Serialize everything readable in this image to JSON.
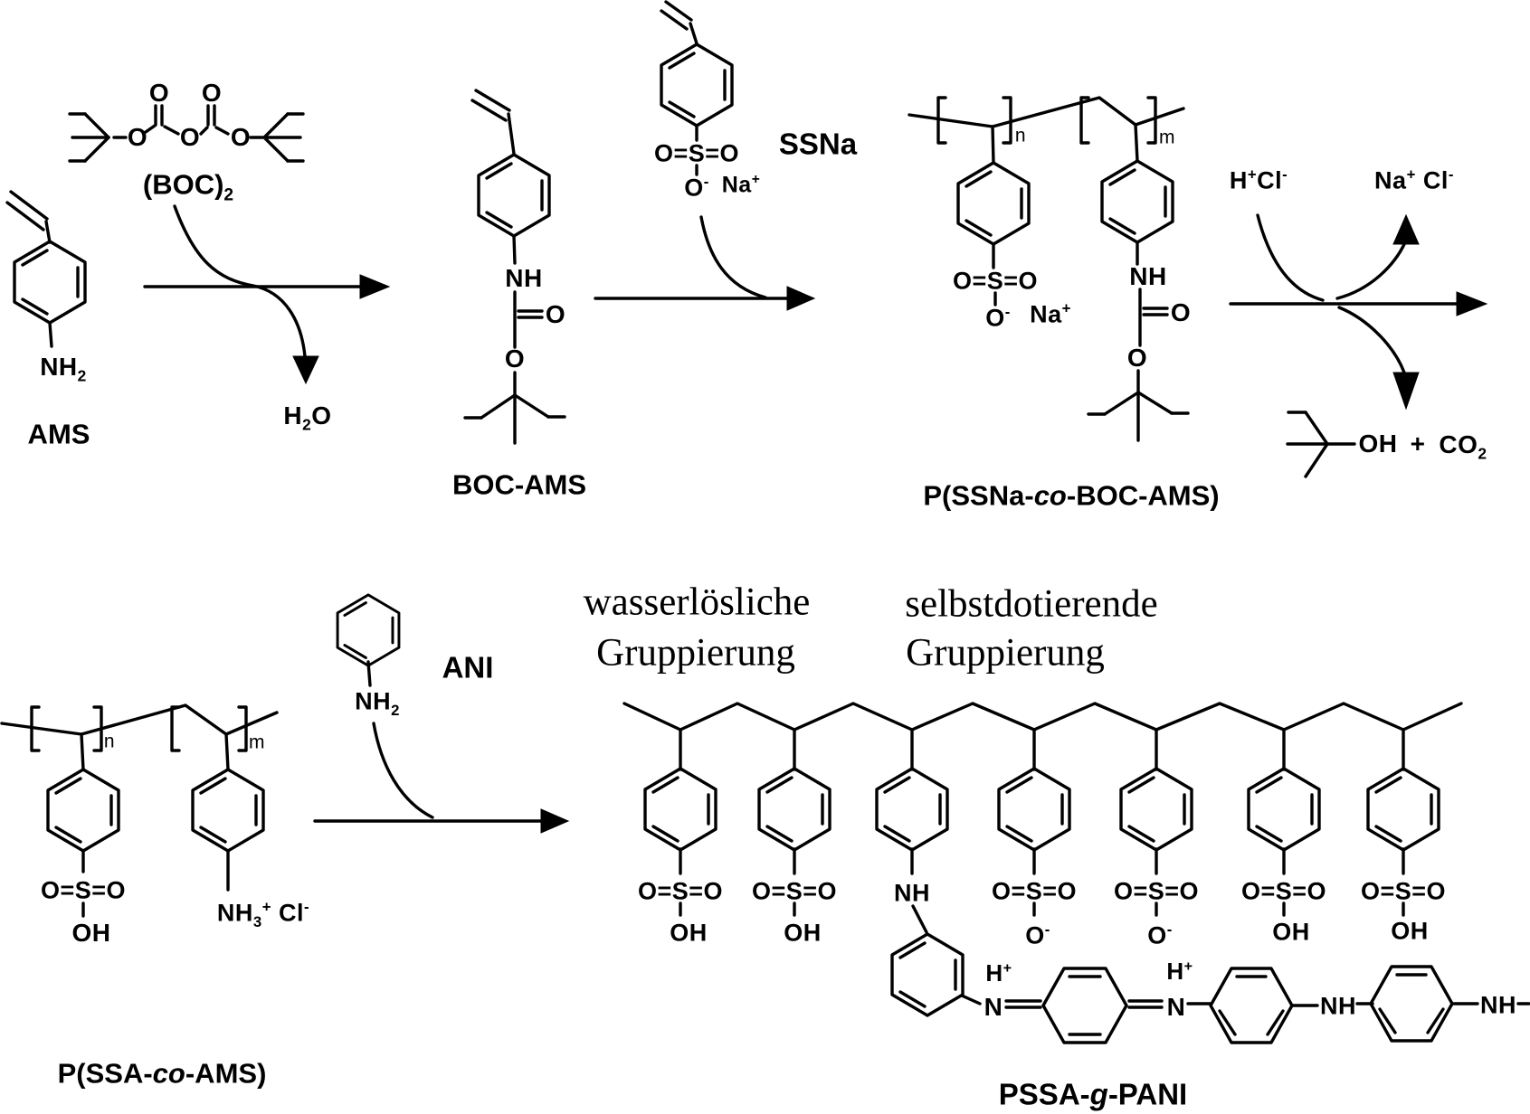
{
  "figure": {
    "type": "reaction-scheme",
    "language": "de"
  },
  "reagents": {
    "h2o": "H_{2}O",
    "hcl": "H^{+}Cl^{-}",
    "nacl": "Na^{+} Cl^{-}",
    "tbuoh_oh": "OH",
    "plus": "+",
    "co2": "CO_{2}"
  },
  "molecules": {
    "ams": {
      "label": "AMS",
      "nh2": "NH_{2}"
    },
    "boc2": {
      "label": "(BOC)_{2}",
      "o_carbonyl_left": "O",
      "o_ester_left": "O",
      "o_center": "O",
      "o_carbonyl_right": "O",
      "o_ester_right": "O"
    },
    "boc_ams": {
      "label": "BOC-AMS",
      "nh": "NH",
      "o_carbonyl": "O",
      "o_ester": "O"
    },
    "ssna": {
      "label": "SSNa",
      "sulfonyl": "O=S=O",
      "o_minus": "O^{-}",
      "na": "Na^{+}"
    },
    "p_ssna_co_boc_ams": {
      "label": "P(SSNa-*co*-BOC-AMS)",
      "n": "n",
      "m": "m",
      "sulfonyl": "O=S=O",
      "o_minus": "O^{-}",
      "na": "Na^{+}",
      "nh": "NH",
      "o_carbonyl": "O",
      "o_ester": "O"
    },
    "p_ssa_co_ams": {
      "label": "P(SSA-*co*-AMS)",
      "n": "n",
      "m": "m",
      "sulfonyl": "O=S=O",
      "oh": "OH",
      "ammonium": "NH_{3}^{+} Cl^{-}"
    },
    "ani": {
      "label": "ANI",
      "nh2": "NH_{2}"
    },
    "pssa_g_pani": {
      "label": "PSSA-*g*-PANI",
      "pendants": [
        {
          "sulfonyl": "O=S=O",
          "terminal": "OH"
        },
        {
          "sulfonyl": "O=S=O",
          "terminal": "OH"
        },
        {
          "link": "NH"
        },
        {
          "sulfonyl": "O=S=O",
          "terminal": "O^{-}"
        },
        {
          "sulfonyl": "O=S=O",
          "terminal": "O^{-}"
        },
        {
          "sulfonyl": "O=S=O",
          "terminal": "OH"
        },
        {
          "sulfonyl": "O=S=O",
          "terminal": "OH"
        }
      ],
      "chain": {
        "h1": "H^{+}",
        "n1": "N",
        "h2": "H^{+}",
        "n2": "N",
        "nh1": "NH",
        "nh2": "NH"
      }
    }
  },
  "annotations": {
    "water_soluble": {
      "line1": "wasserlösliche",
      "line2": "Gruppierung"
    },
    "self_doping": {
      "line1": "selbstdotierende",
      "line2": "Gruppierung"
    }
  }
}
